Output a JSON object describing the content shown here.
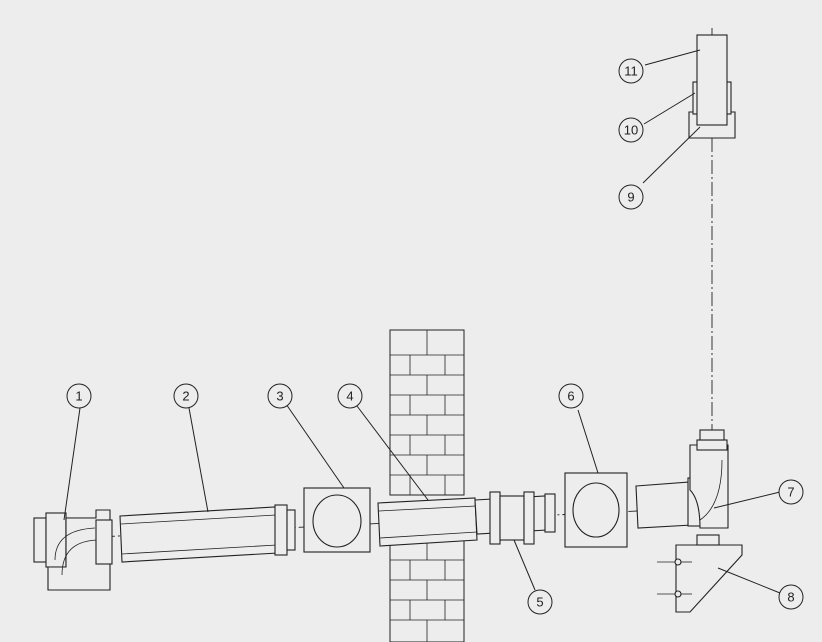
{
  "callouts": [
    {
      "label": "1"
    },
    {
      "label": "2"
    },
    {
      "label": "3"
    },
    {
      "label": "4"
    },
    {
      "label": "5"
    },
    {
      "label": "6"
    },
    {
      "label": "7"
    },
    {
      "label": "8"
    },
    {
      "label": "9"
    },
    {
      "label": "10"
    },
    {
      "label": "11"
    }
  ],
  "colors": {
    "background": "#ededed",
    "line": "#222222"
  }
}
